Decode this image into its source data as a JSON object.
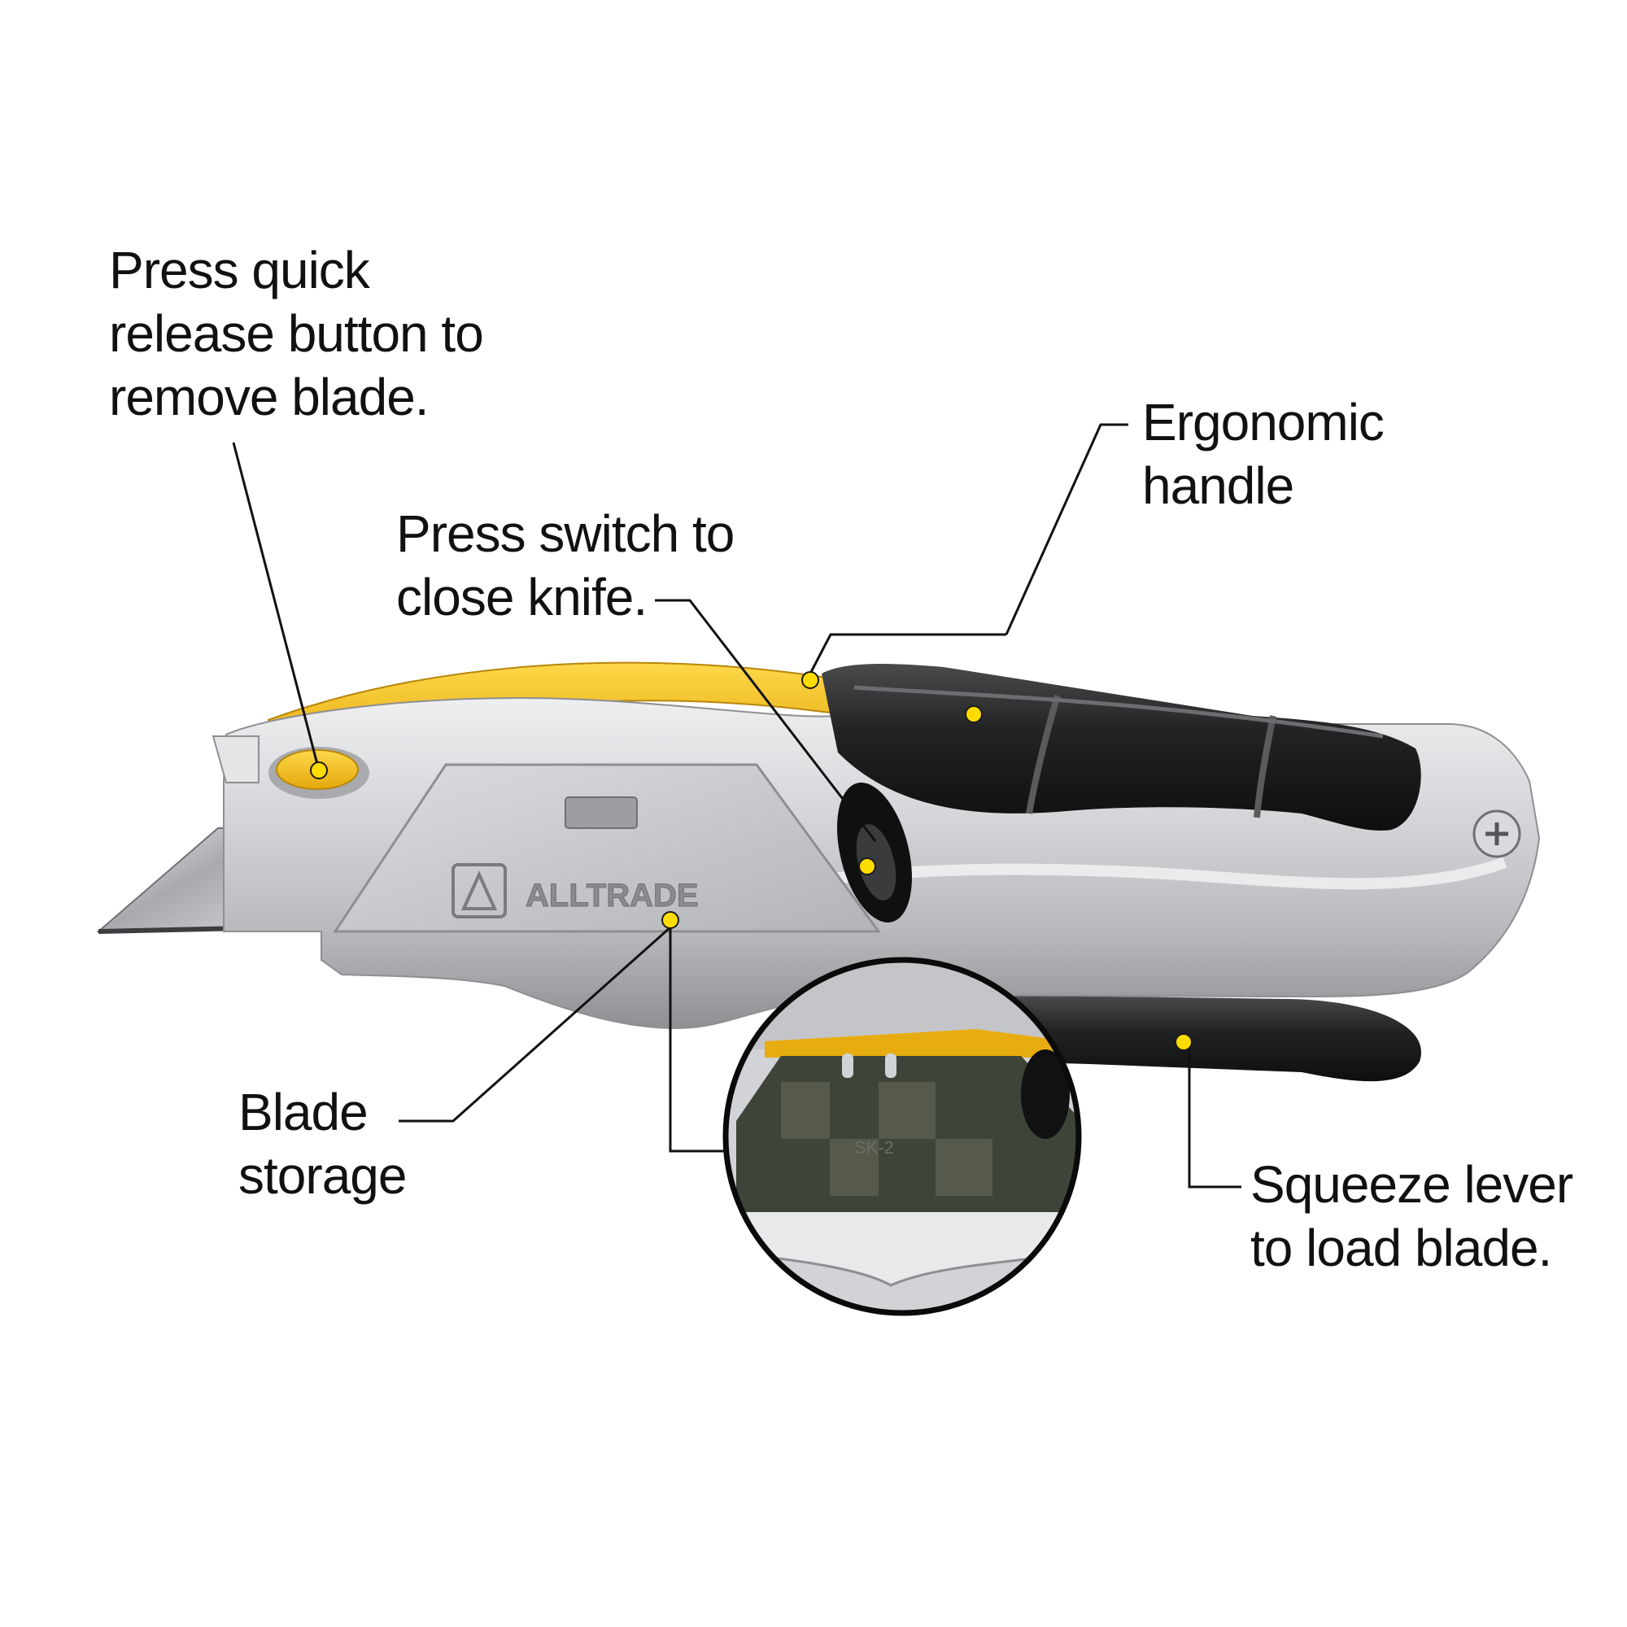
{
  "brand": {
    "logo_text": "ALLTRADE",
    "blade_code": "SK-2"
  },
  "colors": {
    "accent_yellow": "#f2c21a",
    "body_silver": "#c9cacd",
    "grip_black": "#1d1e1f",
    "leader_line": "#111111",
    "text": "#111111"
  },
  "callouts": [
    {
      "id": "release",
      "lines": [
        "Press quick",
        "release button to",
        "remove blade."
      ]
    },
    {
      "id": "switch",
      "lines": [
        "Press switch to",
        "close knife."
      ]
    },
    {
      "id": "handle",
      "lines": [
        "Ergonomic",
        "handle"
      ]
    },
    {
      "id": "storage",
      "lines": [
        "Blade",
        "storage"
      ]
    },
    {
      "id": "lever",
      "lines": [
        "Squeeze lever",
        "to load blade."
      ]
    }
  ]
}
